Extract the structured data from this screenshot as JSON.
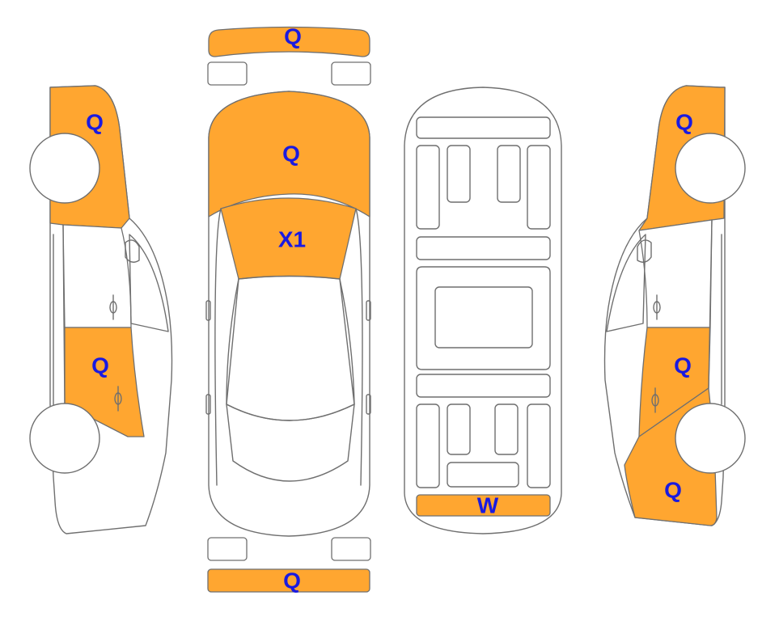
{
  "colors": {
    "damaged": "#ffa630",
    "outline": "#6f6f6f",
    "label": "#1a1ae0",
    "background": "#ffffff"
  },
  "left_side": {
    "rear_quarter_label": "Q",
    "rear_door_label": "Q"
  },
  "top_view": {
    "front_bumper_label": "Q",
    "hood_label": "Q",
    "windshield_label": "X1",
    "rear_bumper_label": "Q"
  },
  "underbody": {
    "rear_panel_label": "W"
  },
  "right_side": {
    "front_fender_label": "Q",
    "front_door_label": "Q",
    "rear_quarter_label": "Q"
  }
}
